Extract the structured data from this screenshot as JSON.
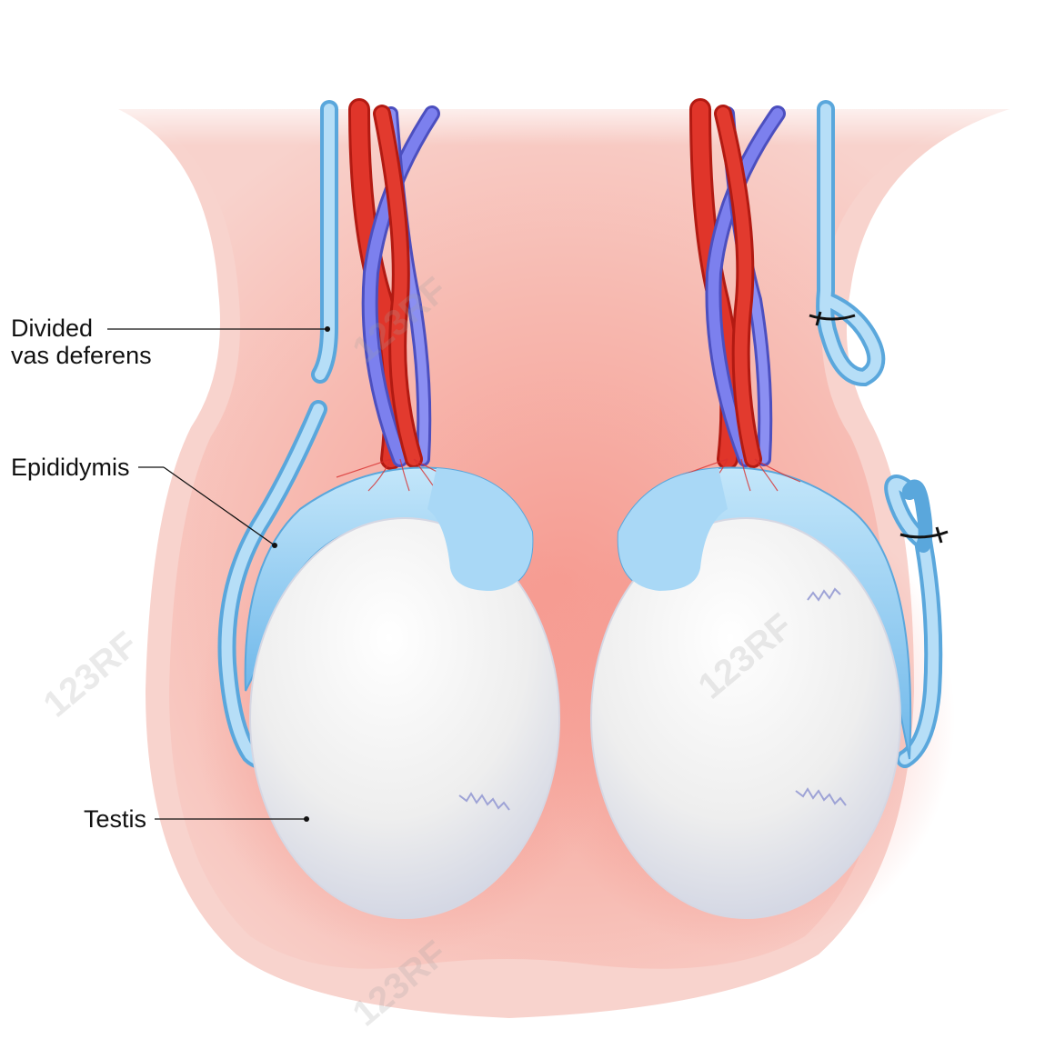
{
  "labels": {
    "vas_line1": "Divided",
    "vas_line2": "vas deferens",
    "epididymis": "Epididymis",
    "testis": "Testis"
  },
  "watermark": "123RF",
  "colors": {
    "scrotum_skin": "#f6c9c3",
    "scrotum_inner": "#f4a59c",
    "artery": "#d8271e",
    "vein": "#6b6fe0",
    "vas_deferens": "#9fd3f3",
    "epididymis": "#8fcaf0",
    "testis": "#f2f2f2"
  }
}
